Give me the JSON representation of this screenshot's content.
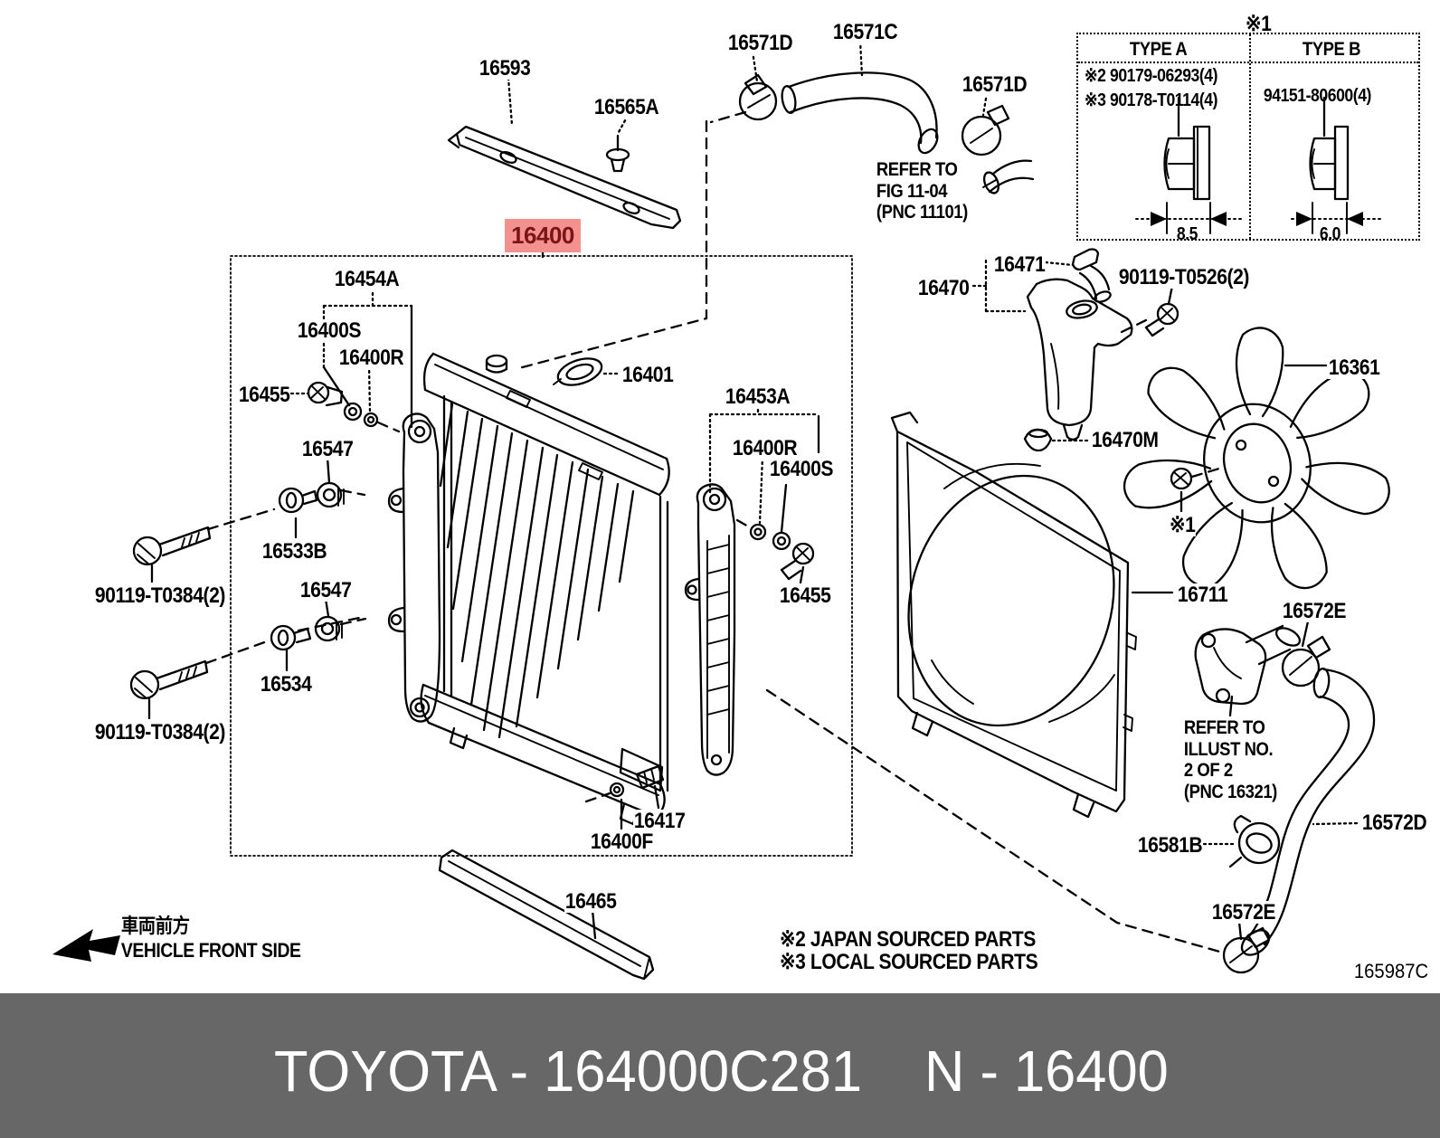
{
  "banner": {
    "catalog_text": "TOYOTA - 164000C281",
    "part_text": "N - 16400",
    "bg": "#676767",
    "fg": "#ffffff"
  },
  "highlight": {
    "text": "16400",
    "bg": "#f2918d",
    "fg": "#7a1416"
  },
  "figure_code": "165987C",
  "front_side": {
    "jp": "車両前方",
    "en": "VEHICLE FRONT SIDE"
  },
  "notes": {
    "n2": "※2 JAPAN SOURCED PARTS",
    "n3": "※3 LOCAL SOURCED PARTS"
  },
  "refs": {
    "fig": "REFER TO\nFIG 11-04\n(PNC 11101)",
    "illust": "REFER TO\nILLUST NO.\n2 OF 2\n(PNC 16321)"
  },
  "ref_table": {
    "marker": "※1",
    "col_a": "TYPE A",
    "col_b": "TYPE B",
    "a_row1": "※2 90179-06293(4)",
    "a_row2": "※3 90178-T0114(4)",
    "b_row1": "94151-80600(4)",
    "a_dim": "8.5",
    "b_dim": "6.0"
  },
  "labels": {
    "l16593": "16593",
    "l16565a": "16565A",
    "l16571d_a": "16571D",
    "l16571c": "16571C",
    "l16571d_b": "16571D",
    "l16454a": "16454A",
    "l16400s_l": "16400S",
    "l16400r_l": "16400R",
    "l16455_l": "16455",
    "l16547_a": "16547",
    "l16533b": "16533B",
    "l90119_t0384_a": "90119-T0384(2)",
    "l16547_b": "16547",
    "l16534": "16534",
    "l90119_t0384_b": "90119-T0384(2)",
    "l16401": "16401",
    "l16453a": "16453A",
    "l16400r_r": "16400R",
    "l16400s_r": "16400S",
    "l16455_r": "16455",
    "l16417": "16417",
    "l16400f": "16400F",
    "l16465": "16465",
    "l16470": "16470",
    "l16471": "16471",
    "l90119_t0526": "90119-T0526(2)",
    "l16470m": "16470M",
    "l16361": "16361",
    "star1_fan": "※1",
    "l16711": "16711",
    "l16572e_t": "16572E",
    "l16572d": "16572D",
    "l16581b": "16581B",
    "l16572e_b": "16572E"
  }
}
